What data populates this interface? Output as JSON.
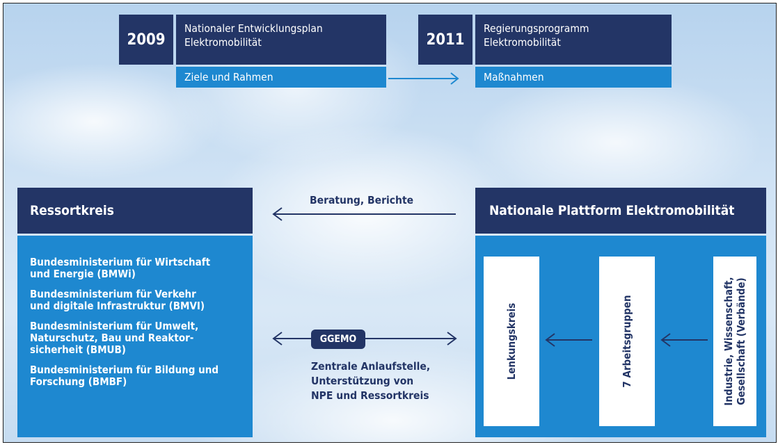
{
  "top": {
    "left": {
      "year": "2009",
      "title_line1": "Nationaler Entwicklungsplan",
      "title_line2": "Elektromobilität",
      "sub": "Ziele und Rahmen"
    },
    "right": {
      "year": "2011",
      "title_line1": "Regierungsprogramm",
      "title_line2": "Elektromobilität",
      "sub": "Maßnahmen"
    }
  },
  "ressortkreis": {
    "title": "Ressortkreis",
    "ministries": [
      {
        "line1": "Bundesministerium für Wirtschaft",
        "line2": "und Energie ",
        "abbr": "(BMWi)"
      },
      {
        "line1": "Bundesministerium für Verkehr",
        "line2": "und digitale Infrastruktur ",
        "abbr": "(BMVI)"
      },
      {
        "line1": "Bundesministerium für Umwelt,",
        "line2": "Naturschutz, Bau und Reaktor-",
        "line3": "sicherheit  ",
        "abbr": "(BMUB)"
      },
      {
        "line1": "Bundesministerium für Bildung und",
        "line2": "Forschung ",
        "abbr": "(BMBF)"
      }
    ]
  },
  "middle": {
    "advice_label": "Beratung, Berichte",
    "ggemo": "GGEMO",
    "desc_line1": "Zentrale Anlaufstelle,",
    "desc_line2": "Unterstützung von",
    "desc_line3": "NPE und Ressortkreis"
  },
  "npe": {
    "title": "Nationale Plattform Elektromobilität",
    "col1": "Lenkungskreis",
    "col2": "7 Arbeitsgruppen",
    "col3_line1": "Industrie,  Wissenschaft,",
    "col3_line2": "Gesellschaft (Verbände)"
  },
  "colors": {
    "navy": "#233566",
    "blue": "#1e88d0"
  }
}
